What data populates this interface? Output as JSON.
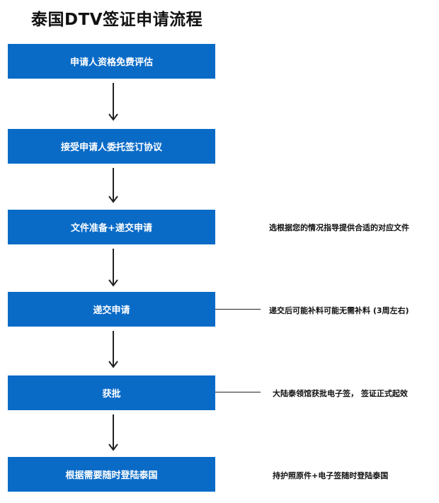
{
  "title": "泰国DTV签证申请流程",
  "steps": [
    "申请人资格免费评估",
    "接受申请人委托签订协议",
    "文件准备+递交申请",
    "递交申请",
    "获批",
    "根据需要随时登陆泰国"
  ],
  "notes": {
    "documents": "选根据您的情况指导提供合适的对应文件",
    "submission": "递交后可能补料可能无需补料 (3周左右)",
    "approval": "大陆泰领馆获批电子签， 签证正式起效",
    "entry": "持护照原件+电子签随时登陆泰国"
  },
  "colors": {
    "step_fill": "#0a6bc7",
    "step_text": "#ffffff",
    "line": "#222222"
  }
}
